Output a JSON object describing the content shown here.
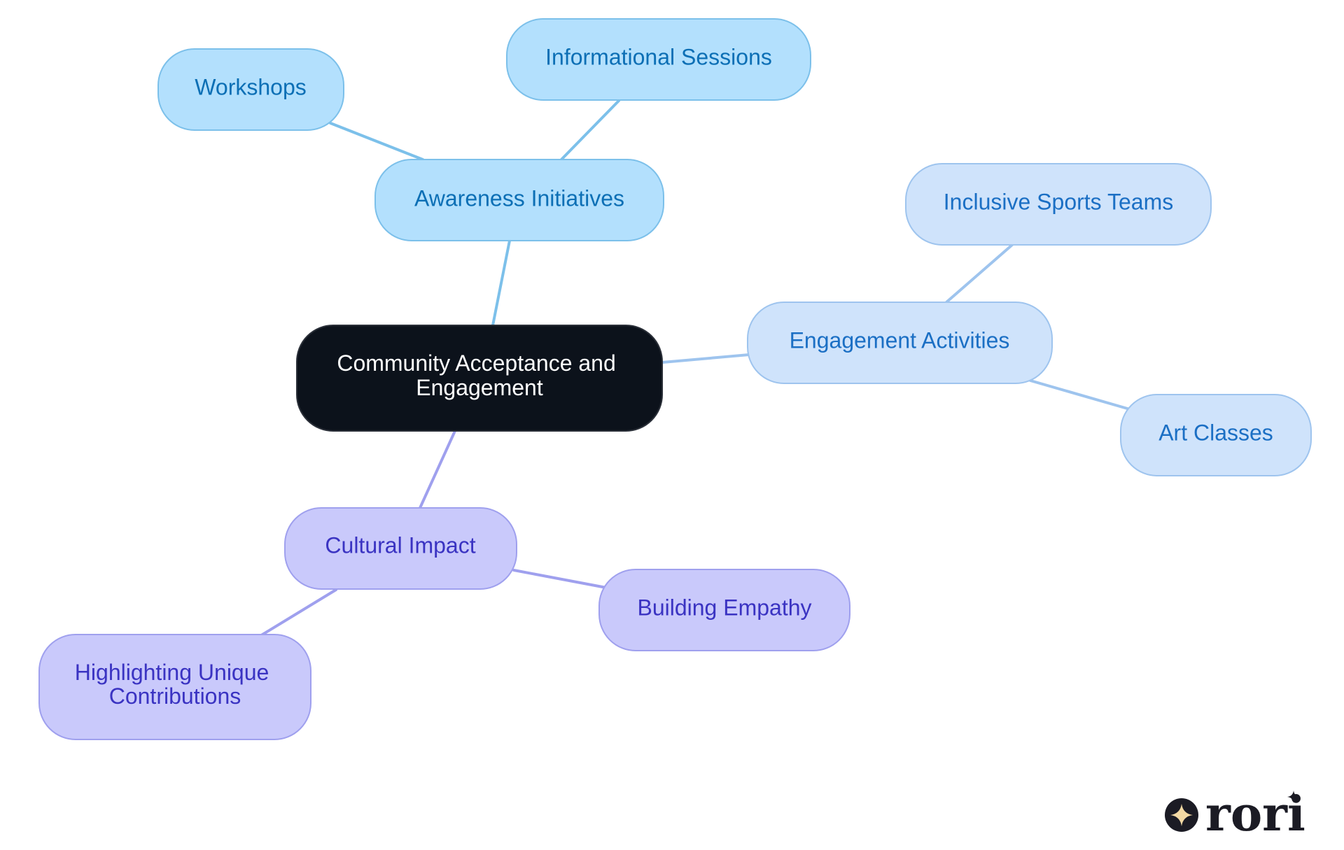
{
  "mindmap": {
    "root": {
      "label_lines": [
        "Community Acceptance and",
        "Engagement"
      ]
    },
    "branches": {
      "awareness": {
        "label": "Awareness Initiatives",
        "children": {
          "workshops": {
            "label": "Workshops"
          },
          "informational": {
            "label": "Informational Sessions"
          }
        }
      },
      "engagement": {
        "label": "Engagement Activities",
        "children": {
          "sports": {
            "label": "Inclusive Sports Teams"
          },
          "art": {
            "label": "Art Classes"
          }
        }
      },
      "cultural": {
        "label": "Cultural Impact",
        "children": {
          "empathy": {
            "label": "Building Empathy"
          },
          "contributions": {
            "label_lines": [
              "Highlighting Unique",
              "Contributions"
            ]
          }
        }
      }
    }
  },
  "colors": {
    "root_fill": "#0c121b",
    "root_text": "#ffffff",
    "awareness_fill": "#b3e0fd",
    "awareness_stroke": "#7cc0ea",
    "awareness_text": "#0c6fb5",
    "engagement_fill": "#cfe3fb",
    "engagement_stroke": "#9ec4ee",
    "engagement_text": "#1b6fc4",
    "cultural_fill": "#c9c9fb",
    "cultural_stroke": "#9fa0ee",
    "cultural_text": "#3a33c2"
  },
  "logo": {
    "text": "rori",
    "icon": "sparkle-icon"
  }
}
